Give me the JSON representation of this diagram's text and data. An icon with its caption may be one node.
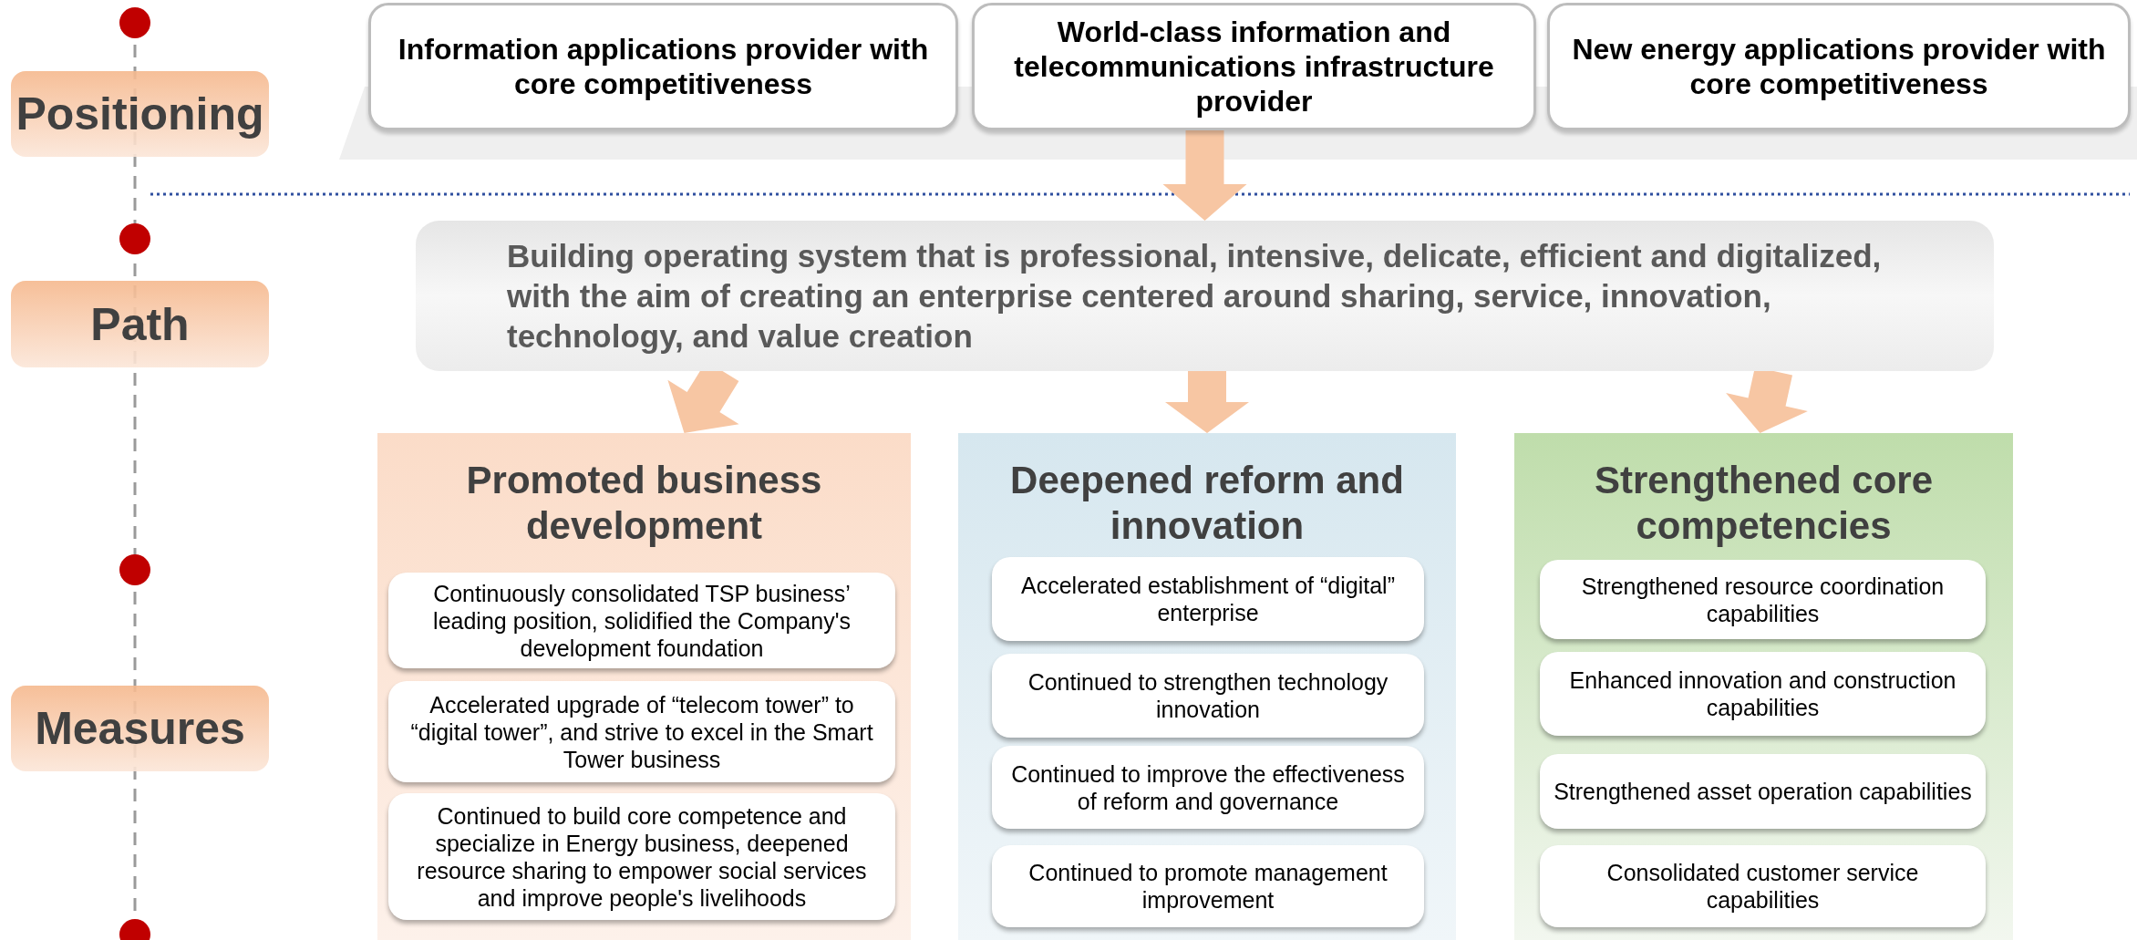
{
  "diagram": {
    "nodes": [
      {
        "text": [
          "Positioning"
        ]
      },
      {
        "text": [
          "Path"
        ]
      },
      {
        "text": [
          "Measures"
        ]
      },
      {
        "text": [
          "Information applications provider with core competitiveness"
        ]
      },
      {
        "text": [
          "World-class information and telecommunications infrastructure provider"
        ]
      },
      {
        "text": [
          "New energy applications provider with core competitiveness"
        ]
      },
      {
        "text": [
          "Building operating system that is professional, intensive, delicate, efficient and digitalized, with the aim of creating an enterprise centered around sharing, service, innovation, technology, and value creation"
        ]
      },
      {
        "text": [
          "Promoted business development"
        ]
      },
      {
        "text": [
          "Continuously consolidated TSP business’ leading position, solidified the Company's development foundation"
        ],
        "in": 7
      },
      {
        "text": [
          "Accelerated upgrade of “telecom tower” to “digital tower”, and strive to excel in the Smart Tower business"
        ],
        "in": 7
      },
      {
        "text": [
          "Continued to build core competence and specialize in Energy business, deepened resource sharing to empower social services and improve people's livelihoods"
        ],
        "in": 7
      },
      {
        "text": [
          "Deepened reform and innovation"
        ]
      },
      {
        "text": [
          "Accelerated establishment of “digital” enterprise"
        ],
        "in": 11
      },
      {
        "text": [
          "Continued to strengthen technology innovation"
        ],
        "in": 11
      },
      {
        "text": [
          "Continued to improve the effectiveness of reform and governance"
        ],
        "in": 11
      },
      {
        "text": [
          "Continued to promote management improvement"
        ],
        "in": 11
      },
      {
        "text": [
          "Strengthened core competencies"
        ]
      },
      {
        "text": [
          "Strengthened resource coordination capabilities"
        ],
        "in": 16
      },
      {
        "text": [
          "Enhanced innovation and construction capabilities"
        ],
        "in": 16
      },
      {
        "text": [
          "Strengthened asset operation capabilities"
        ],
        "in": 16
      },
      {
        "text": [
          "Consolidated customer service capabilities"
        ],
        "in": 16
      }
    ],
    "edges": [
      {
        "from": 4,
        "to": 6,
        "arrow": "to"
      },
      {
        "from": 6,
        "to": 7,
        "arrow": "to"
      },
      {
        "from": 6,
        "to": 11,
        "arrow": "to"
      },
      {
        "from": 6,
        "to": 16,
        "arrow": "to"
      }
    ]
  }
}
